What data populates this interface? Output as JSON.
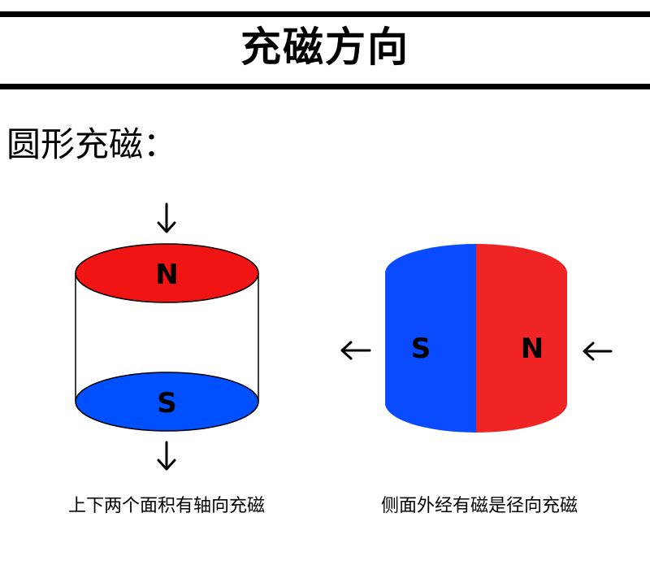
{
  "header": {
    "title": "充磁方向"
  },
  "section": {
    "heading": "圆形充磁："
  },
  "axial_magnet": {
    "top_pole": "N",
    "bottom_pole": "S",
    "caption": "上下两个面积有轴向充磁"
  },
  "radial_magnet": {
    "left_pole": "S",
    "right_pole": "N",
    "caption": "侧面外经有磁是径向充磁"
  },
  "arrows": {
    "down": "↓",
    "left": "←"
  },
  "colors": {
    "north": "#f01414",
    "north_side": "#f02424",
    "south": "#0050ff",
    "south_side": "#0a4bff"
  }
}
